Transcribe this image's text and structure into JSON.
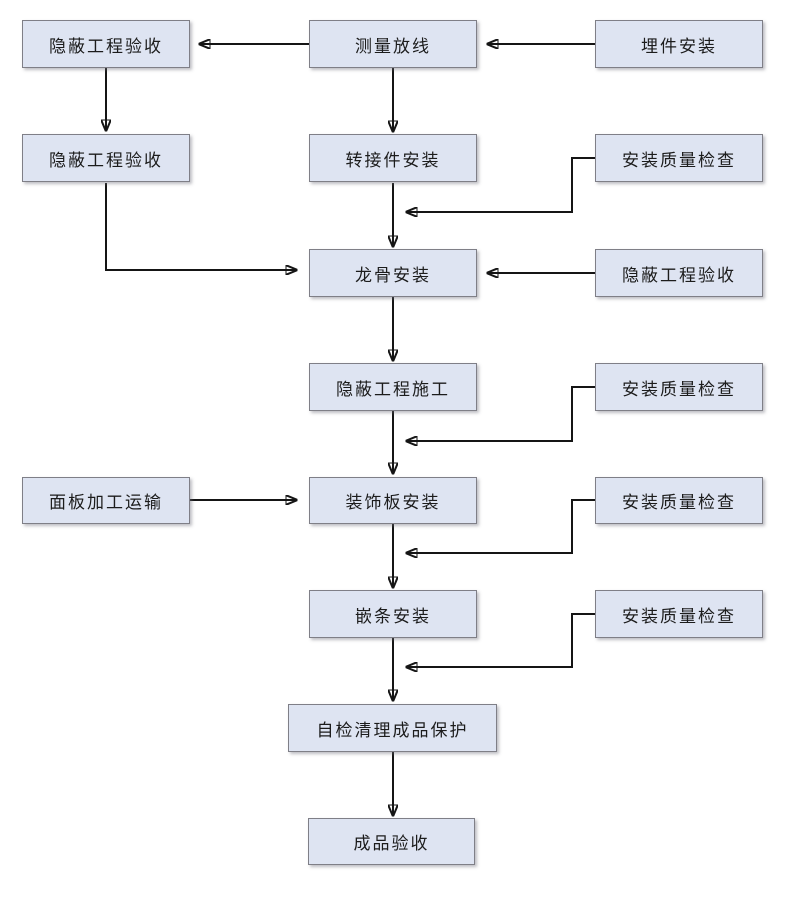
{
  "diagram": {
    "type": "flowchart",
    "colors": {
      "background": "#ffffff",
      "node_fill": "#dee4f2",
      "node_border": "#7f7f87",
      "arrow": "#151515",
      "text": "#1c1c1c"
    },
    "nodes": [
      {
        "label": "隐蔽工程验收"
      },
      {
        "label": "测量放线"
      },
      {
        "label": "埋件安装"
      },
      {
        "label": "隐蔽工程验收"
      },
      {
        "label": "转接件安装"
      },
      {
        "label": "安装质量检查"
      },
      {
        "label": "龙骨安装"
      },
      {
        "label": "隐蔽工程验收"
      },
      {
        "label": "隐蔽工程施工"
      },
      {
        "label": "安装质量检查"
      },
      {
        "label": "面板加工运输"
      },
      {
        "label": "装饰板安装"
      },
      {
        "label": "安装质量检查"
      },
      {
        "label": "嵌条安装"
      },
      {
        "label": "安装质量检查"
      },
      {
        "label": "自检清理成品保护"
      },
      {
        "label": "成品验收"
      }
    ],
    "edges": [
      {
        "from": "埋件安装",
        "to": "测量放线"
      },
      {
        "from": "测量放线",
        "to": "隐蔽工程验收(左上)"
      },
      {
        "from": "隐蔽工程验收(左上)",
        "to": "隐蔽工程验收(左2)"
      },
      {
        "from": "测量放线",
        "to": "转接件安装"
      },
      {
        "from": "安装质量检查(行2)",
        "to": "转接件安装→龙骨安装 连线"
      },
      {
        "from": "转接件安装",
        "to": "龙骨安装"
      },
      {
        "from": "隐蔽工程验收(左2)",
        "to": "龙骨安装"
      },
      {
        "from": "隐蔽工程验收(右)",
        "to": "龙骨安装"
      },
      {
        "from": "龙骨安装",
        "to": "隐蔽工程施工"
      },
      {
        "from": "安装质量检查(行4)",
        "to": "隐蔽工程施工→装饰板安装 连线"
      },
      {
        "from": "隐蔽工程施工",
        "to": "装饰板安装"
      },
      {
        "from": "面板加工运输",
        "to": "装饰板安装"
      },
      {
        "from": "安装质量检查(行5)",
        "to": "装饰板安装→嵌条安装 连线"
      },
      {
        "from": "装饰板安装",
        "to": "嵌条安装"
      },
      {
        "from": "安装质量检查(行6)",
        "to": "嵌条安装→自检清理成品保护 连线"
      },
      {
        "from": "嵌条安装",
        "to": "自检清理成品保护"
      },
      {
        "from": "自检清理成品保护",
        "to": "成品验收"
      }
    ]
  }
}
